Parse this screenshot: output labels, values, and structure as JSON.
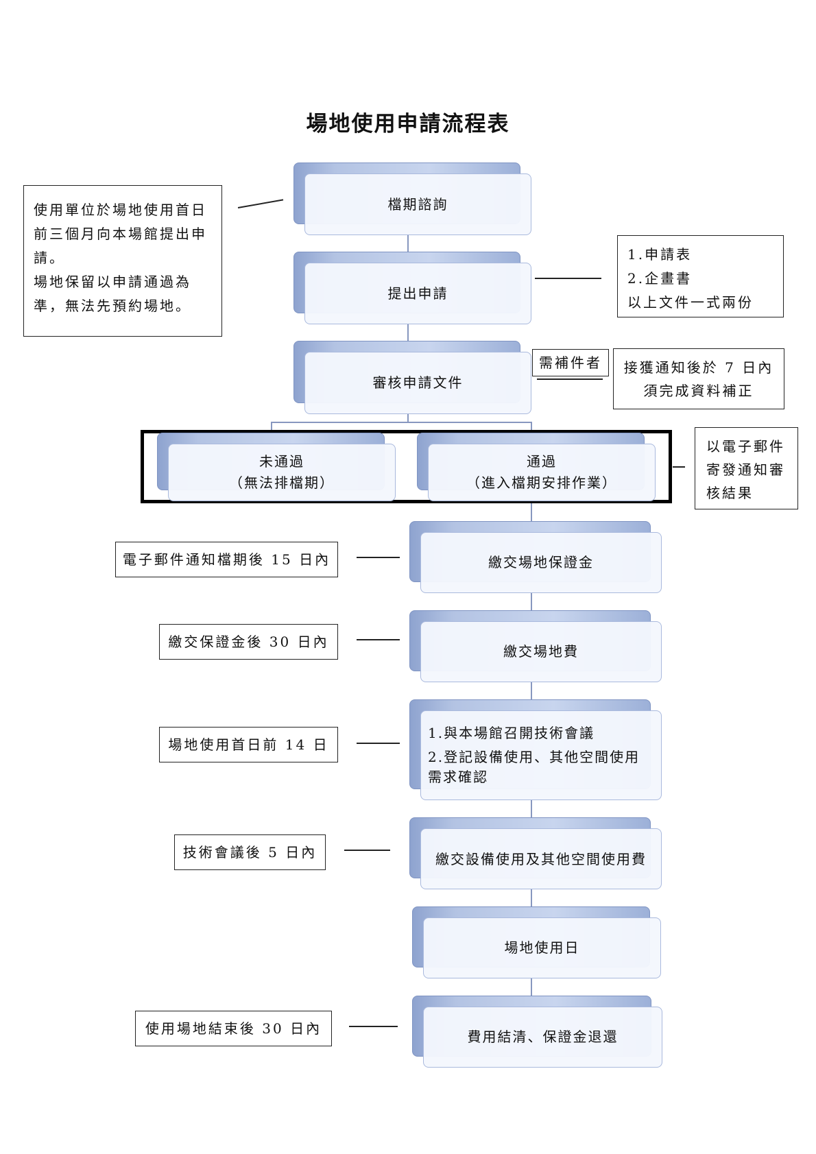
{
  "title": "場地使用申請流程表",
  "steps": {
    "inquiry": "檔期諮詢",
    "apply": "提出申請",
    "review": "審核申請文件",
    "fail_line1": "未通過",
    "fail_line2": "（無法排檔期）",
    "pass_line1": "通過",
    "pass_line2": "（進入檔期安排作業）",
    "deposit": "繳交場地保證金",
    "fee": "繳交場地費",
    "meeting_1": "1.與本場館召開技術會議",
    "meeting_2": "2.登記設備使用、其他空間使用需求確認",
    "equipment_fee": "繳交設備使用及其他空間使用費",
    "use_day": "場地使用日",
    "settle": "費用結清、保證金退還"
  },
  "notes": {
    "inquiry_line1": "使用單位於場地使用首日前三個月向本場館提出申請。",
    "inquiry_line2": "場地保留以申請通過為準，無法先預約場地。",
    "docs_1": "1.申請表",
    "docs_2": "2.企畫書",
    "docs_3": "以上文件一式兩份",
    "supplement_tag": "需補件者",
    "supplement": "接獲通知後於 7 日內須完成資料補正",
    "email_result": "以電子郵件寄發通知審核結果",
    "deposit_deadline": "電子郵件通知檔期後 15 日內",
    "fee_deadline": "繳交保證金後 30 日內",
    "meeting_deadline": "場地使用首日前 14 日",
    "equipment_deadline": "技術會議後 5 日內",
    "settle_deadline": "使用場地結束後 30 日內"
  }
}
